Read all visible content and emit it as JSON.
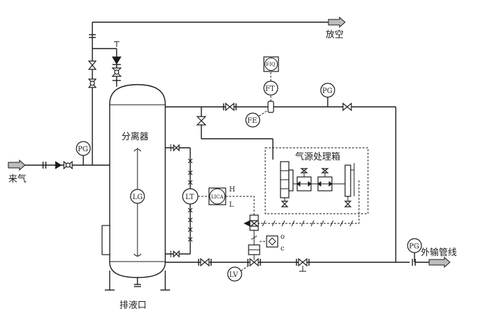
{
  "labels": {
    "inlet": "来气",
    "vent": "放空",
    "separator": "分离器",
    "drain": "排液口",
    "gas_box": "气源处理箱",
    "export_line": "外输管线"
  },
  "instruments": {
    "pg_inlet": "PG",
    "pg_top": "PG",
    "pg_outlet": "PG",
    "fiq": "FIQ",
    "ft": "FT",
    "fe": "FE",
    "lg": "LG",
    "lt": "LT",
    "lica": "LICA",
    "lv": "LV"
  },
  "alarm_marks": {
    "high": "H",
    "low": "L"
  },
  "valve_marks": {
    "open": "o",
    "closed": "c"
  }
}
